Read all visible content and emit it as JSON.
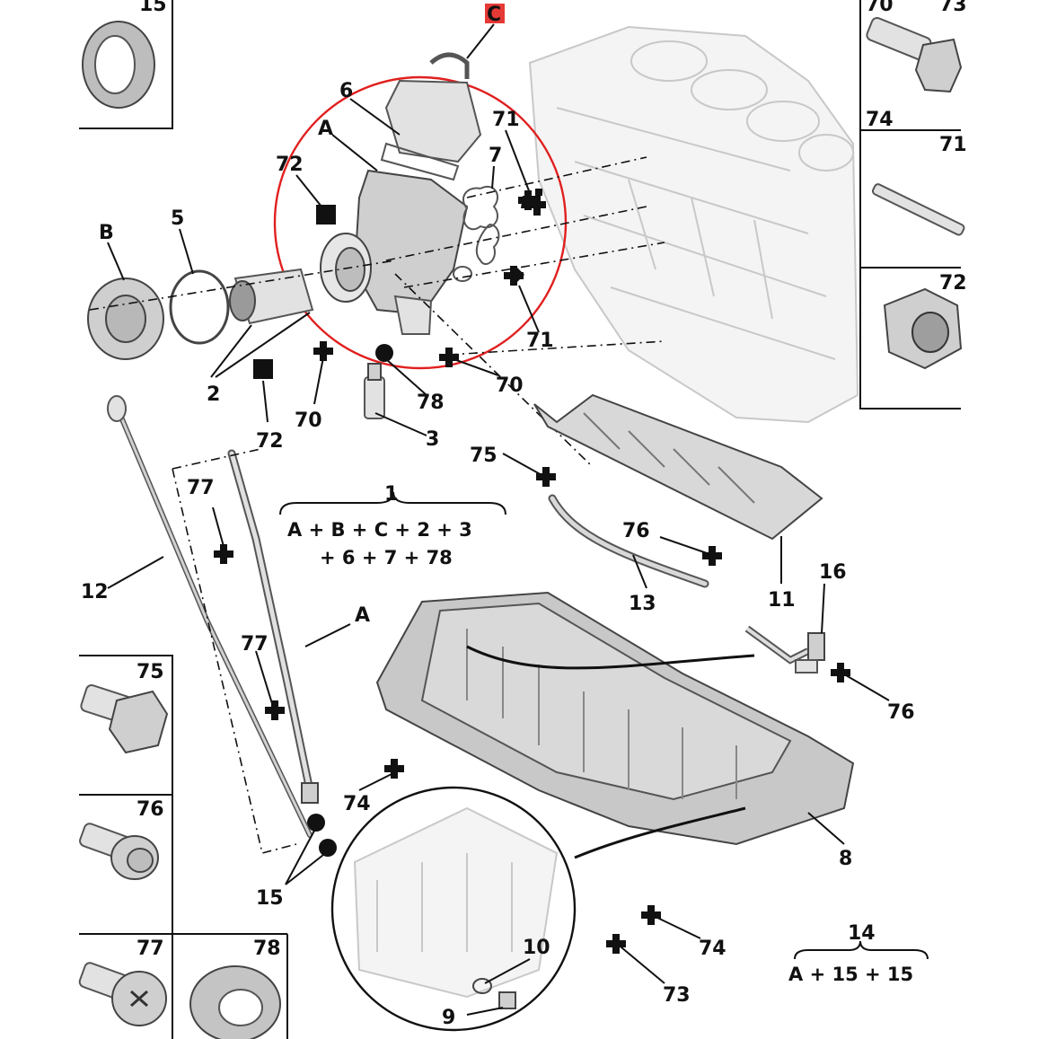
{
  "callouts": {
    "c15_top": "15",
    "cC": "C",
    "c6": "6",
    "cA_top": "A",
    "c72_top": "72",
    "c71_top": "71",
    "c7": "7",
    "cB": "B",
    "c5": "5",
    "c2": "2",
    "c71_mid": "71",
    "c78": "78",
    "c70_mid": "70",
    "c70_low": "70",
    "c72_low": "72",
    "c3": "3",
    "c75": "75",
    "c77_a": "77",
    "c77_b": "77",
    "c1": "1",
    "c12": "12",
    "cA_mid": "A",
    "c76_mid": "76",
    "c13": "13",
    "c11": "11",
    "c16": "16",
    "c76_right": "76",
    "c74_mid": "74",
    "c15_low": "15",
    "c8": "8",
    "c74_low": "74",
    "c73": "73",
    "c10": "10",
    "c9": "9",
    "c14": "14"
  },
  "formulas": {
    "kit1_line1": "A + B + C + 2 + 3",
    "kit1_line2": "+ 6 + 7 + 78",
    "kit14": "A + 15 + 15"
  },
  "side_panels": {
    "left_top": "15",
    "left_75": "75",
    "left_76": "76",
    "left_77": "77",
    "bottom_78": "78",
    "right_70": "70",
    "right_73": "73",
    "right_74": "74",
    "right_71": "71",
    "right_72": "72"
  },
  "colors": {
    "highlight": "#e0201f",
    "badge": "#e53935"
  }
}
